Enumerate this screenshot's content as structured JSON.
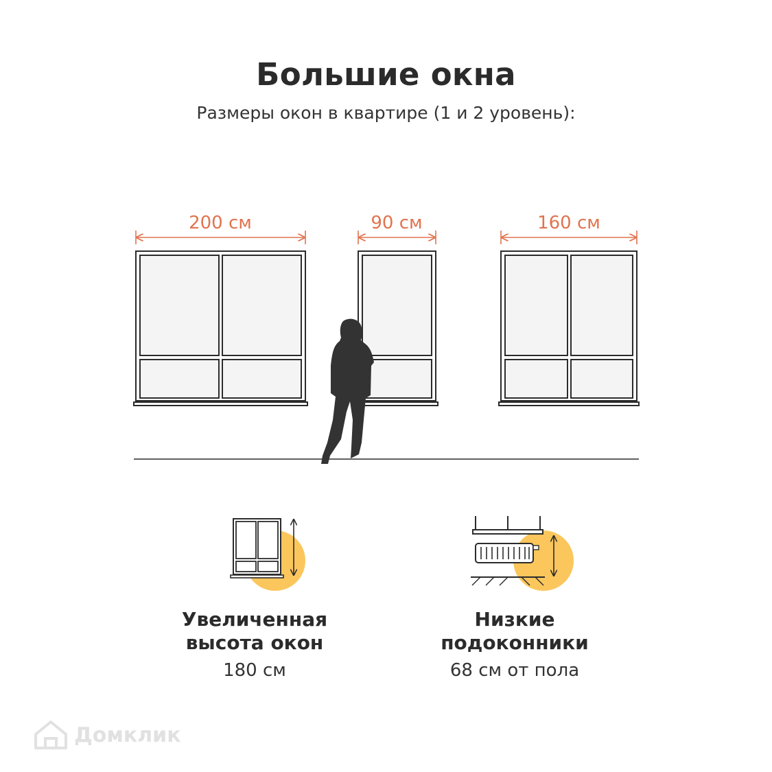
{
  "header": {
    "title": "Большие окна",
    "subtitle": "Размеры окон в квартире (1 и 2 уровень):"
  },
  "windows": [
    {
      "width_label": "200 см"
    },
    {
      "width_label": "90 см"
    },
    {
      "width_label": "160 см"
    }
  ],
  "features": [
    {
      "title_line1": "Увеличенная",
      "title_line2": "высота окон",
      "value": "180 см",
      "icon": "tall-window-icon"
    },
    {
      "title_line1": "Низкие",
      "title_line2": "подоконники",
      "value": "68 см от пола",
      "icon": "low-sill-radiator-icon"
    }
  ],
  "colors": {
    "accent": "#e0744f",
    "highlight": "#fbc65c",
    "line": "#2b2b2b",
    "glass": "#f4f4f4"
  },
  "watermark": {
    "text": "Домклик"
  }
}
